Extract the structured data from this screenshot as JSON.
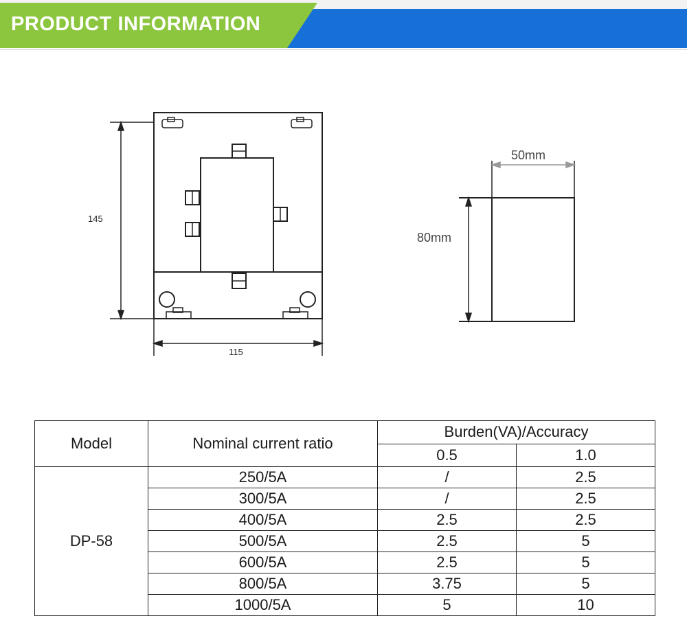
{
  "banner": {
    "title": "PRODUCT INFORMATION",
    "colors": {
      "green": "#8cc63f",
      "blue": "#1670d8"
    }
  },
  "drawing": {
    "front_height_label": "145",
    "front_width_label": "115",
    "side_width_label": "50mm",
    "side_height_label": "80mm"
  },
  "table": {
    "headers": {
      "model": "Model",
      "ratio": "Nominal current ratio",
      "burden": "Burden(VA)/Accuracy",
      "acc_05": "0.5",
      "acc_10": "1.0"
    },
    "model": "DP-58",
    "rows": [
      {
        "ratio": "250/5A",
        "acc_05": "/",
        "acc_10": "2.5"
      },
      {
        "ratio": "300/5A",
        "acc_05": "/",
        "acc_10": "2.5"
      },
      {
        "ratio": "400/5A",
        "acc_05": "2.5",
        "acc_10": "2.5"
      },
      {
        "ratio": "500/5A",
        "acc_05": "2.5",
        "acc_10": "5"
      },
      {
        "ratio": "600/5A",
        "acc_05": "2.5",
        "acc_10": "5"
      },
      {
        "ratio": "800/5A",
        "acc_05": "3.75",
        "acc_10": "5"
      },
      {
        "ratio": "1000/5A",
        "acc_05": "5",
        "acc_10": "10"
      }
    ]
  }
}
